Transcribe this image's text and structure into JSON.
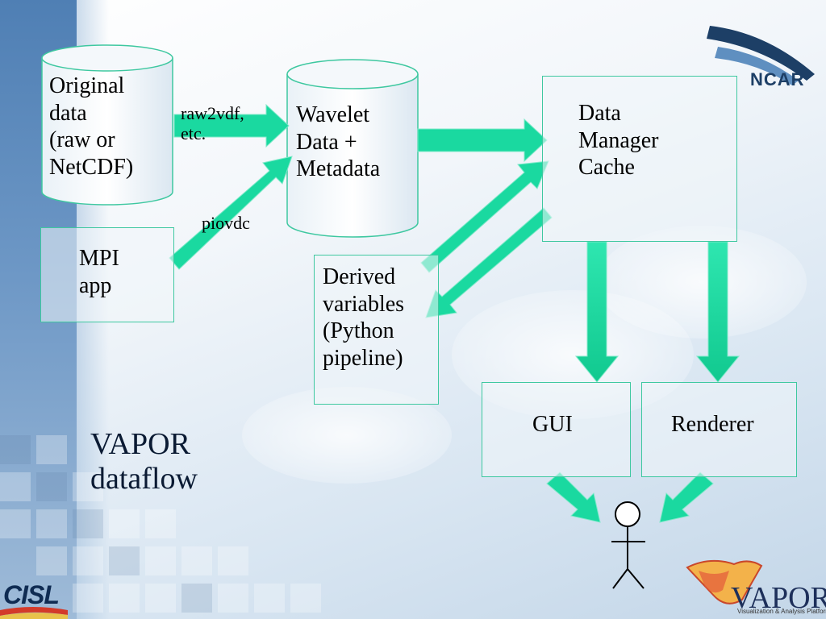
{
  "nodes": {
    "original_data": "Original\n   data\n(raw or\nNetCDF)",
    "mpi_app": "MPI\napp",
    "wavelet_data": "Wavelet\nData +\nMetadata",
    "data_manager": "Data\nManager\nCache",
    "derived_variables": "Derived\nvariables\n(Python\npipeline)",
    "gui": "GUI",
    "renderer": "Renderer"
  },
  "edge_labels": {
    "raw2vdf": "raw2vdf,\netc.",
    "piovdc": "piovdc"
  },
  "title": "VAPOR\ndataflow",
  "logos": {
    "ncar": "NCAR",
    "cisl": "CISL",
    "vapor": "VAPOR",
    "vapor_tagline": "Visualization & Analysis Platform"
  },
  "colors": {
    "arrow": "#1ad9a0",
    "box_border": "#3ec8a0",
    "sidebar": "#5a88ba"
  }
}
